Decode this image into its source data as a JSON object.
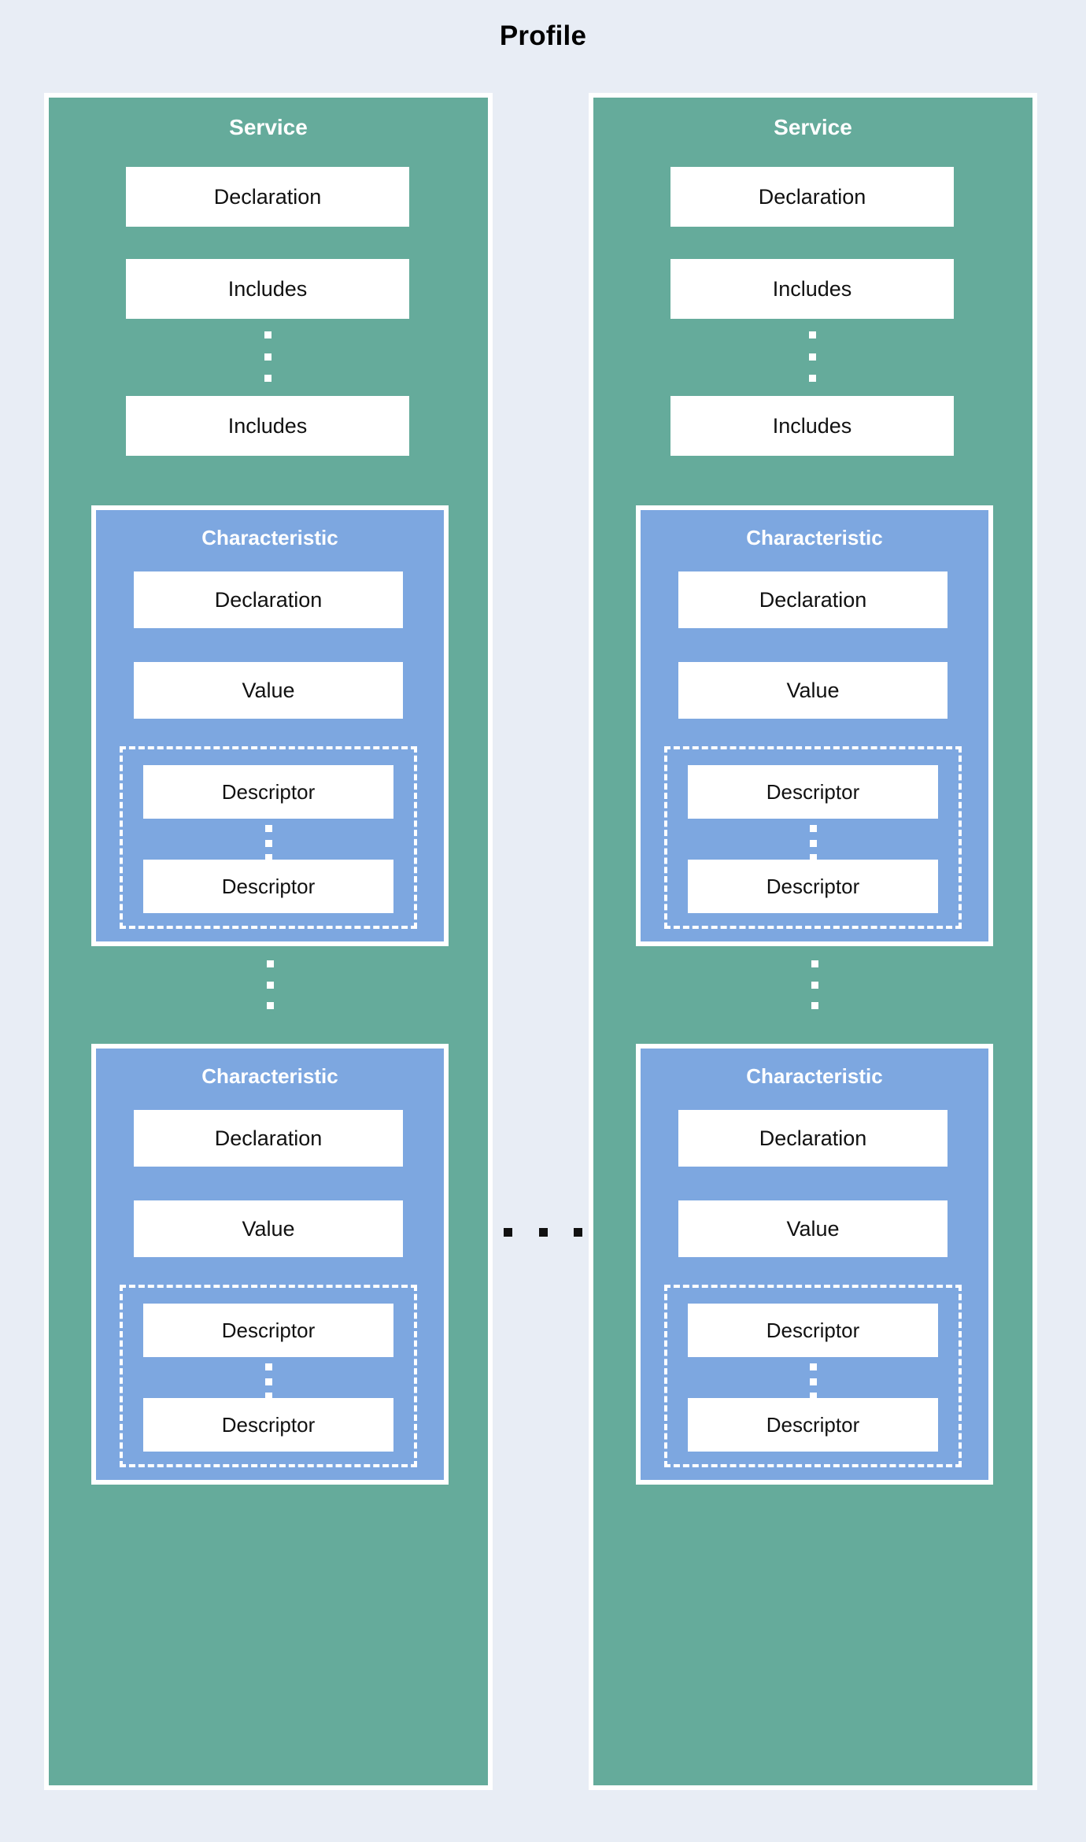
{
  "diagram": {
    "title": "Profile",
    "background_color": "#e8edf5",
    "service_color": "#65ab9b",
    "characteristic_color": "#7da7e0",
    "box_color": "#ffffff",
    "border_color": "#ffffff",
    "ellipsis_dark_color": "#111111",
    "between_columns_ellipsis": "...",
    "services": [
      {
        "label": "Service",
        "declaration_label": "Declaration",
        "includes_first_label": "Includes",
        "includes_last_label": "Includes",
        "includes_ellipsis": "vertical-ellipsis",
        "characteristics": [
          {
            "label": "Characteristic",
            "declaration_label": "Declaration",
            "value_label": "Value",
            "descriptors": {
              "first_label": "Descriptor",
              "last_label": "Descriptor",
              "ellipsis": "vertical-ellipsis",
              "container_style": "dashed"
            }
          },
          {
            "label": "Characteristic",
            "declaration_label": "Declaration",
            "value_label": "Value",
            "descriptors": {
              "first_label": "Descriptor",
              "last_label": "Descriptor",
              "ellipsis": "vertical-ellipsis",
              "container_style": "dashed"
            }
          }
        ],
        "characteristics_ellipsis": "vertical-ellipsis"
      },
      {
        "label": "Service",
        "declaration_label": "Declaration",
        "includes_first_label": "Includes",
        "includes_last_label": "Includes",
        "includes_ellipsis": "vertical-ellipsis",
        "characteristics": [
          {
            "label": "Characteristic",
            "declaration_label": "Declaration",
            "value_label": "Value",
            "descriptors": {
              "first_label": "Descriptor",
              "last_label": "Descriptor",
              "ellipsis": "vertical-ellipsis",
              "container_style": "dashed"
            }
          },
          {
            "label": "Characteristic",
            "declaration_label": "Declaration",
            "value_label": "Value",
            "descriptors": {
              "first_label": "Descriptor",
              "last_label": "Descriptor",
              "ellipsis": "vertical-ellipsis",
              "container_style": "dashed"
            }
          }
        ],
        "characteristics_ellipsis": "vertical-ellipsis"
      }
    ]
  }
}
